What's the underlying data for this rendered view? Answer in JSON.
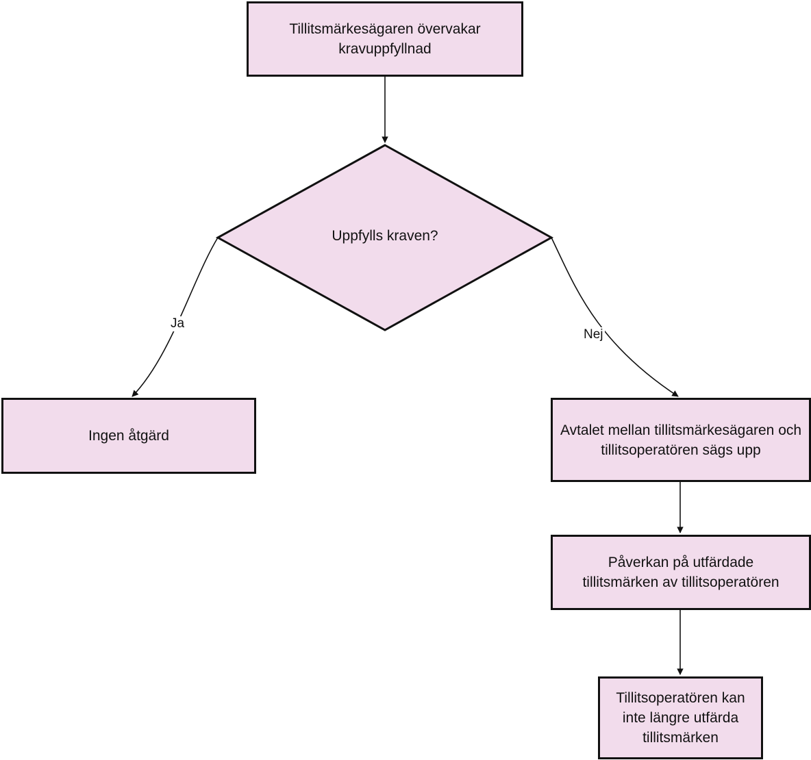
{
  "flowchart": {
    "fill_color": "#f2dcec",
    "stroke_color": "#111111",
    "nodes": {
      "monitor": "Tillitsmärkesägaren övervakar kravuppfyllnad",
      "decision": "Uppfylls kraven?",
      "no_action": "Ingen åtgärd",
      "terminate": "Avtalet mellan tillitsmärkesägaren och tillitsoperatören sägs upp",
      "impact": "Påverkan på utfärdade tillitsmärken av tillitsoperatören",
      "cannot_issue": "Tillitsoperatören kan inte längre utfärda tillitsmärken"
    },
    "edges": {
      "yes_label": "Ja",
      "no_label": "Nej"
    }
  }
}
